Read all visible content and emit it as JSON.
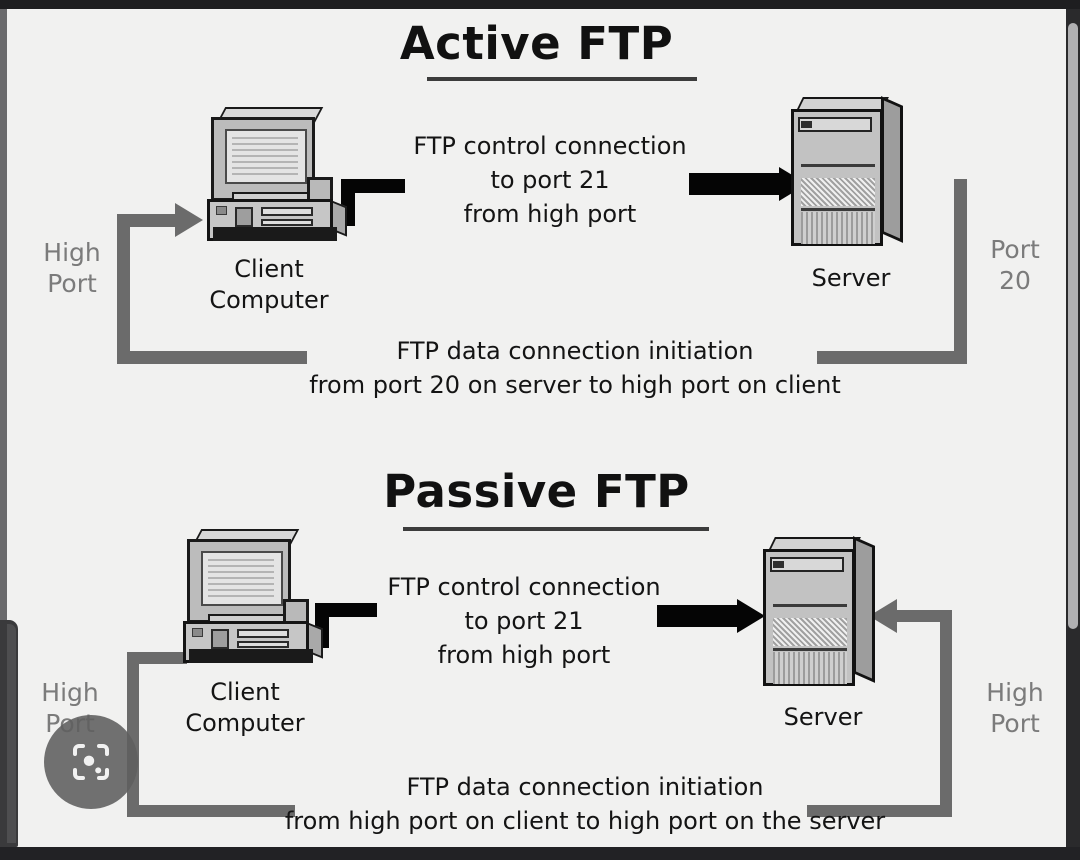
{
  "viewer": {
    "scrollbar_name": "vertical-scrollbar",
    "lens_button_label": "Google Lens search"
  },
  "diagram": {
    "colors": {
      "canvas_background": "#f1f1f0",
      "text": "#141414",
      "muted_text": "#7b7b7b",
      "control_connection": "#050505",
      "data_connection": "#6b6b6b",
      "chrome_dark": "#1c1c1e"
    },
    "sections": [
      {
        "id": "active-ftp",
        "title": "Active FTP",
        "client_label": "Client\nComputer",
        "server_label": "Server",
        "left_port_label": "High\nPort",
        "right_port_label": "Port\n20",
        "control_text": "FTP control connection\nto port 21\nfrom high port",
        "data_text": "FTP data connection initiation\nfrom port 20 on server to high port on client"
      },
      {
        "id": "passive-ftp",
        "title": "Passive FTP",
        "client_label": "Client\nComputer",
        "server_label": "Server",
        "left_port_label": "High\nPort",
        "right_port_label": "High\nPort",
        "control_text": "FTP control connection\nto port 21\nfrom high port",
        "data_text": "FTP data connection initiation\nfrom high port on client to high port on the server"
      }
    ]
  }
}
